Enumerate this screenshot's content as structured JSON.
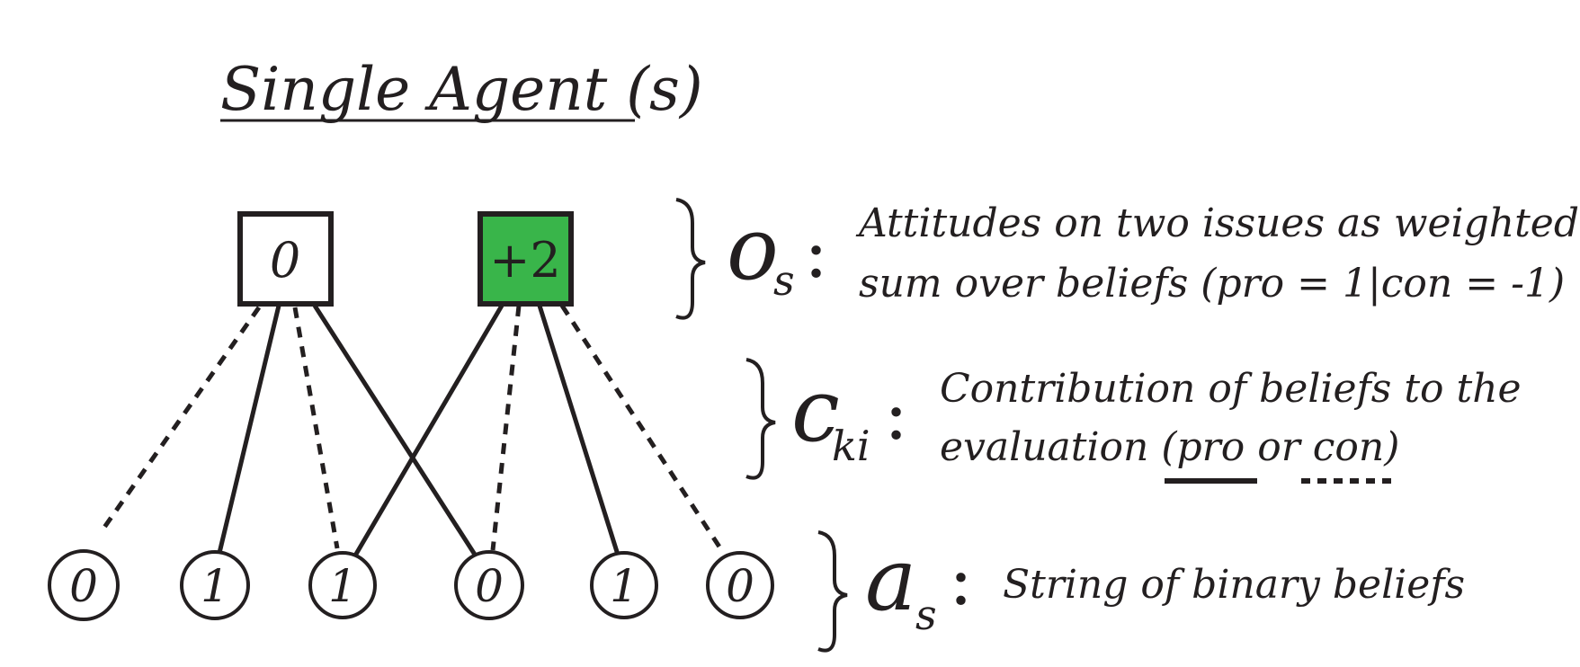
{
  "title": "Single Agent (s)",
  "attitudes": [
    {
      "value": "0",
      "fill": "#ffffff"
    },
    {
      "value": "+2",
      "fill": "#39b54a"
    }
  ],
  "beliefs": [
    "0",
    "1",
    "1",
    "0",
    "1",
    "0"
  ],
  "legend": {
    "o": {
      "symbol": "o",
      "subscript": "s",
      "colon": ":",
      "line1": "Attitudes on two issues as weighted",
      "line2": "sum over beliefs (pro = 1|con = -1)"
    },
    "c": {
      "symbol": "c",
      "subscript": "ki",
      "colon": ":",
      "line1": "Contribution of beliefs to the",
      "line2_pre": "evaluation (",
      "pro": "pro",
      "or": " or ",
      "con": "con",
      "close": ")"
    },
    "a": {
      "symbol": "a",
      "subscript": "s",
      "colon": ":",
      "line1": "String of binary beliefs"
    }
  },
  "colors": {
    "ink": "#231f20",
    "positive": "#39b54a"
  }
}
